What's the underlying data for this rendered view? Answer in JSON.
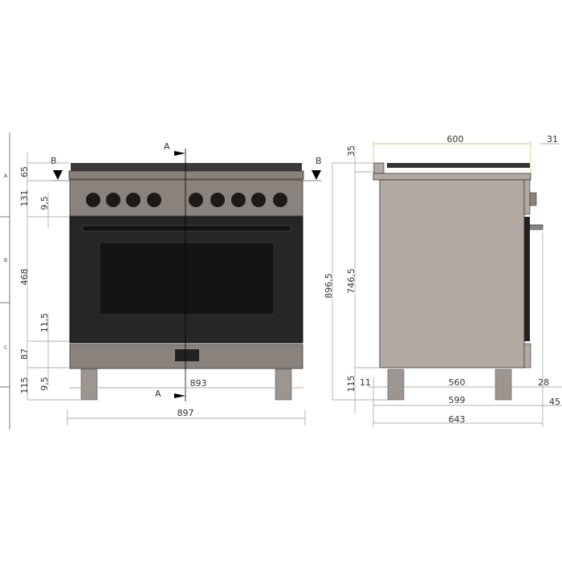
{
  "colors": {
    "body": "#8a827d",
    "side": "#b1a9a2",
    "door": "#2b2b2b",
    "knob": "#1a1a1a",
    "leg": "#9d958f",
    "dim_line": "#999999",
    "width_line": "#b5b84a"
  },
  "frame": {
    "zones": [
      "A",
      "B",
      "C"
    ]
  },
  "front_view": {
    "section_labels": {
      "a_top": "A",
      "a_bottom": "A",
      "b_left": "B",
      "b_right": "B"
    },
    "dimensions": {
      "top": "65",
      "panel": "131",
      "panel_gap": "9,5",
      "door": "468",
      "door_gap": "11,5",
      "plinth": "87",
      "leg_gap": "9,5",
      "legs": "115",
      "inner_width": "893",
      "overall_width": "897"
    }
  },
  "side_view": {
    "dimensions": {
      "depth_top": "600",
      "knob_protrusion": "31",
      "top_height": "35",
      "overall_height": "896,5",
      "body_height": "746,5",
      "legs": "115",
      "back_offset": "11",
      "leg_spacing": "560",
      "front_offset": "28",
      "body_depth": "599",
      "handle_protrusion": "45",
      "overall_depth": "643"
    }
  }
}
